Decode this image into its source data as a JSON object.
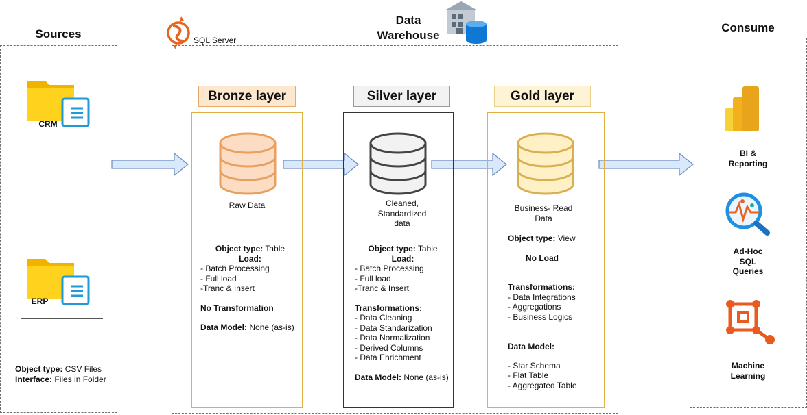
{
  "sources": {
    "title": "Sources",
    "items": [
      {
        "label": "CRM",
        "icon": "folder-document-icon"
      },
      {
        "label": "ERP",
        "icon": "folder-document-icon"
      }
    ],
    "object_type_label": "Object type:",
    "object_type_value": " CSV Files",
    "interface_label": "Interface:",
    "interface_value": " Files in Folder"
  },
  "warehouse": {
    "sql_server_label": "SQL Server",
    "title_line1": "Data",
    "title_line2": "Warehouse"
  },
  "layers": {
    "bronze": {
      "title": "Bronze layer",
      "data_label": "Raw Data",
      "object_type_label": "Object type:",
      "object_type_value": " Table",
      "load_label": "Load:",
      "load_items": [
        "- Batch Processing",
        "- Full load",
        "-Tranc & Insert"
      ],
      "transformation": "No Transformation",
      "data_model_label": "Data Model:",
      "data_model_value": " None (as-is)",
      "colors": {
        "title_bg": "#fde7cf",
        "title_border": "#e8a86a",
        "box_border": "#e0b040",
        "cyl_fill": "#fcdcc2",
        "cyl_stroke": "#e8a060"
      }
    },
    "silver": {
      "title": "Silver layer",
      "data_label_lines": [
        "Cleaned,",
        "Standardized",
        "data"
      ],
      "object_type_label": "Object type:",
      "object_type_value": " Table",
      "load_label": "Load:",
      "load_items": [
        "- Batch Processing",
        "- Full load",
        "-Tranc & Insert"
      ],
      "transformations_label": "Transformations:",
      "transformations": [
        "- Data Cleaning",
        "- Data Standarization",
        "- Data Normalization",
        "- Derived Columns",
        "- Data Enrichment"
      ],
      "data_model_label": "Data Model:",
      "data_model_value": " None (as-is)",
      "colors": {
        "title_bg": "#f2f2f2",
        "title_border": "#9a9a9a",
        "box_border": "#333333",
        "cyl_fill": "#f2f2f2",
        "cyl_stroke": "#444444"
      }
    },
    "gold": {
      "title": "Gold layer",
      "data_label_lines": [
        "Business- Read",
        "Data"
      ],
      "object_type_label": "Object type:",
      "object_type_value": " View",
      "load": "No Load",
      "transformations_label": "Transformations:",
      "transformations": [
        "- Data Integrations",
        "- Aggregations",
        "- Business Logics"
      ],
      "data_model_label": "Data Model:",
      "data_model_items": [
        "- Star Schema",
        "- Flat Table",
        "- Aggregated Table"
      ],
      "colors": {
        "title_bg": "#fff3d6",
        "title_border": "#e8cf8a",
        "box_border": "#e0b040",
        "cyl_fill": "#fff0c6",
        "cyl_stroke": "#d8b050"
      }
    }
  },
  "consume": {
    "title": "Consume",
    "items": [
      {
        "label_lines": [
          "BI &",
          "Reporting"
        ],
        "icon": "power-bi-icon"
      },
      {
        "label_lines": [
          "Ad-Hoc",
          "SQL",
          "Queries"
        ],
        "icon": "analytics-magnifier-icon"
      },
      {
        "label_lines": [
          "Machine",
          "Learning"
        ],
        "icon": "machine-learning-icon"
      }
    ]
  },
  "colors": {
    "arrow_fill": "#dae8fc",
    "arrow_stroke": "#6c8ebf",
    "dash_border": "#6e6e6e"
  }
}
